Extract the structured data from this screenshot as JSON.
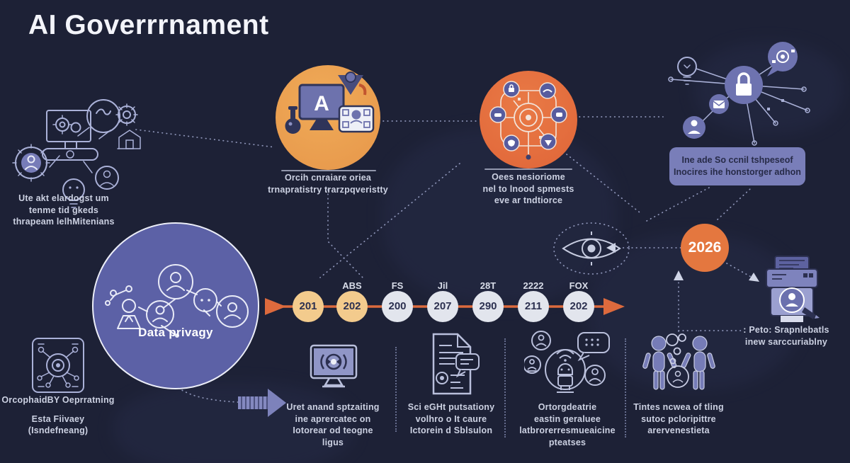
{
  "title": "AI Goverrrnament",
  "colors": {
    "background": "#1d2136",
    "accent_gold": "#eba14d",
    "accent_orange": "#e4703f",
    "accent_purple": "#5c61a6",
    "box_purple": "#797eb9",
    "timeline_line": "#dd6a3d",
    "node_tan": "#f3cb8d",
    "node_gray": "#e2e5ed",
    "text_light": "#ccd1e2"
  },
  "left_cluster": {
    "caption": [
      "Ute akt elardogst um",
      "tenme tid gkeds",
      "thrapeam lelhMitenians"
    ]
  },
  "transparency_circle": {
    "monitor_letter": "A",
    "caption": [
      "Orcih cnraiare oriea",
      "trnapratistry trarzpqveristty"
    ]
  },
  "network_circle": {
    "caption": [
      "Oees nesioriome",
      "nel to lnood spmests",
      "eve ar tndtiorce"
    ]
  },
  "topright_cluster": {
    "box_lines": [
      "Ine ade So ccnil tshpeseof",
      "Inocires ihe honstorger adhon"
    ]
  },
  "year_badge": {
    "label": "2026"
  },
  "timeline": {
    "nodes": [
      {
        "label": "",
        "value": "201"
      },
      {
        "label": "ABS",
        "value": "202"
      },
      {
        "label": "FS",
        "value": "200"
      },
      {
        "label": "Jil",
        "value": "207"
      },
      {
        "label": "28T",
        "value": "290"
      },
      {
        "label": "2222",
        "value": "211"
      },
      {
        "label": "FOX",
        "value": "202"
      }
    ]
  },
  "data_privacy": {
    "label": "Data privagy"
  },
  "bottom_left": {
    "caption1": "OrcophaidBY Oeprratning",
    "caption2": "Esta Fiivaey",
    "caption3": "(Isndefneang)"
  },
  "items": {
    "monitoring": {
      "caption": [
        "Uret anand sptzaiting",
        "ine aprercatec on",
        "Iotorear od teogne",
        "ligus"
      ]
    },
    "policy": {
      "caption": [
        "Sci eGHt putsationy",
        "volhro o It caure",
        "Ictorein d Sblsulon"
      ]
    },
    "collab": {
      "caption": [
        "Ortorgdeatrie",
        "eastin geraluee",
        "latbrorerresmueaicine",
        "pteatses"
      ]
    },
    "people": {
      "caption": [
        "Tintes ncwea of tling",
        "sutoc pcloripittre",
        "arervenestieta"
      ]
    }
  },
  "accountability": {
    "caption": [
      ": Peto: Srapnlebatls",
      "inew sarccuriablny"
    ]
  },
  "icons": {
    "eye-icon": "surveillance eye",
    "lock-icon": "security lock",
    "envelope-icon": "mail",
    "lightbulb-icon": "idea",
    "monitor-icon": "screen",
    "document-icon": "policy document",
    "robot-icon": "ai robot",
    "printer-icon": "report printer"
  }
}
